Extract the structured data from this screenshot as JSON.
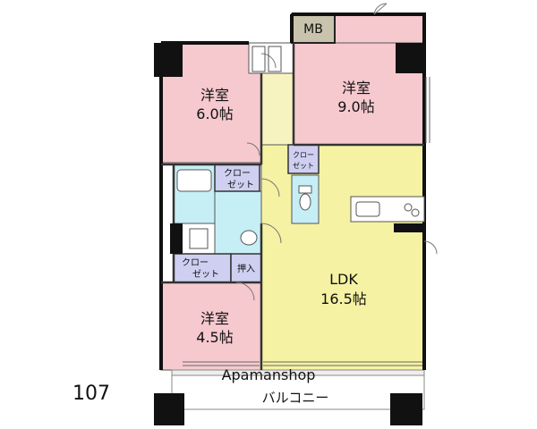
{
  "unit_number": "107",
  "watermark": "Apamanshop",
  "colors": {
    "bedroom": "#f6c9cf",
    "ldk": "#f5f2a3",
    "corridor": "#f7f3c0",
    "wet": "#c6eef5",
    "storage": "#cfcff1",
    "mb": "#c9c3ad",
    "wall": "#111111",
    "balcony": "#ffffff"
  },
  "rooms": {
    "western_a": {
      "name": "洋室",
      "size": "6.0帖"
    },
    "western_b": {
      "name": "洋室",
      "size": "9.0帖"
    },
    "western_c": {
      "name": "洋室",
      "size": "4.5帖"
    },
    "ldk": {
      "name": "LDK",
      "size": "16.5帖"
    }
  },
  "closets": {
    "closet_a": {
      "line1": "クロー",
      "line2": "ゼット"
    },
    "closet_b": {
      "line1": "クロー",
      "line2": "ゼット"
    },
    "closet_c": {
      "line1": "クロー",
      "line2": "ゼット"
    },
    "oshiire": "押入"
  },
  "mb_label": "MB",
  "balcony_label": "バルコニー"
}
